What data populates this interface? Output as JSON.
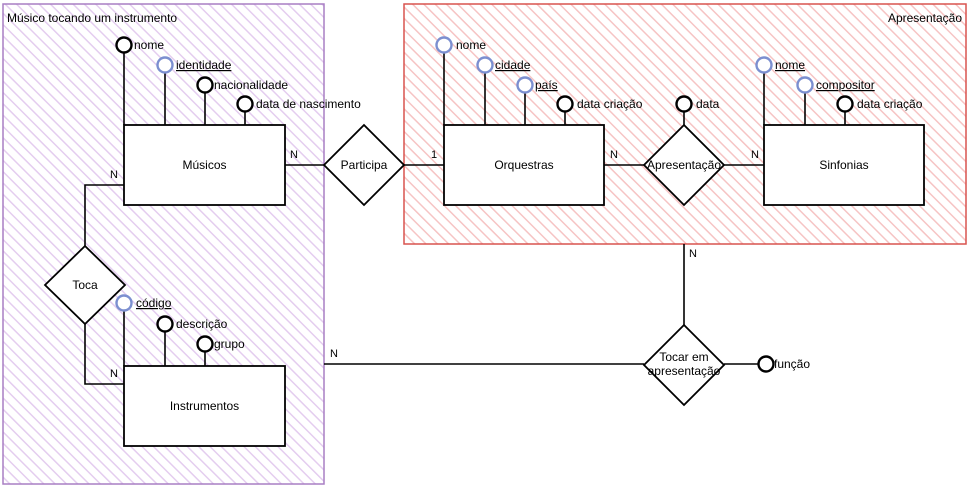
{
  "containers": {
    "musician": {
      "title": "Músico tocando um instrumento",
      "stroke": "#a87fc4",
      "hatch": "#e2cbee"
    },
    "presentation": {
      "title": "Apresentação",
      "stroke": "#d9534f",
      "hatch": "#f6c3c3"
    }
  },
  "entities": {
    "musicos": "Músicos",
    "instrumentos": "Instrumentos",
    "orquestras": "Orquestras",
    "sinfonias": "Sinfonias"
  },
  "relationships": {
    "toca": "Toca",
    "participa": "Participa",
    "apresentacao": "Apresentação",
    "tocar_line1": "Tocar em",
    "tocar_line2": "apresentação"
  },
  "attributes": {
    "musicos": {
      "nome": "nome",
      "identidade": "identidade",
      "nacionalidade": "nacionalidade",
      "data_nascimento": "data de nascimento"
    },
    "instrumentos": {
      "codigo": "código",
      "descricao": "descrição",
      "grupo": "grupo"
    },
    "orquestras": {
      "nome": "nome",
      "cidade": "cidade",
      "pais": "país",
      "data_criacao": "data criação"
    },
    "apresentacao": {
      "data": "data"
    },
    "sinfonias": {
      "nome": "nome",
      "compositor": "compositor",
      "data_criacao": "data criação"
    },
    "tocar": {
      "funcao": "função"
    }
  },
  "cardinalities": {
    "musicos_participa": "N",
    "participa_orquestras": "1",
    "orquestras_apresentacao": "N",
    "apresentacao_sinfonias": "N",
    "musicos_toca": "N",
    "instrumentos_toca": "N",
    "presentation_tocar": "N",
    "instrumentos_tocar": "N"
  },
  "colors": {
    "key_attribute": "#7c8fd0"
  }
}
